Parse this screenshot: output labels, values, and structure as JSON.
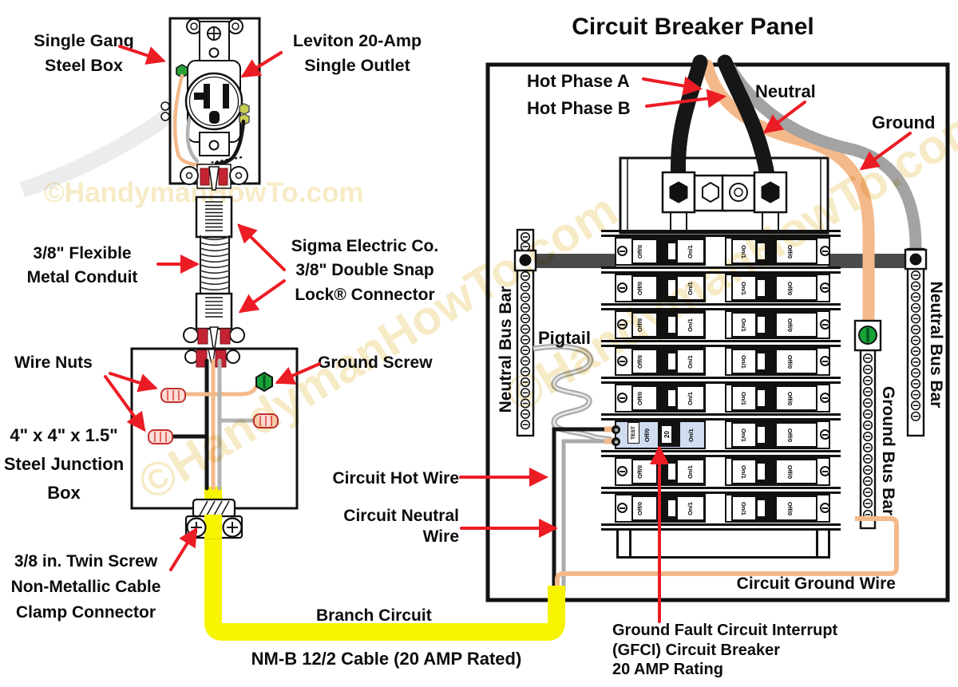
{
  "title": "Circuit Breaker Panel",
  "watermark": {
    "text": "©HandymanHowTo.com"
  },
  "outlet_diagram": {
    "steel_box_label": "Single Gang\nSteel Box",
    "outlet_label": "Leviton 20-Amp\nSingle Outlet",
    "conduit_label": "3/8\" Flexible\nMetal Conduit",
    "connector_label": "Sigma Electric Co.\n3/8\" Double Snap\nLock® Connector",
    "wire_nuts_label": "Wire Nuts",
    "ground_screw_label": "Ground Screw",
    "junction_box_label": "4\" x 4\" x 1.5\"\nSteel Junction\nBox",
    "clamp_label": "3/8 in. Twin Screw\nNon-Metallic Cable\nClamp Connector",
    "branch_circuit_label": "Branch Circuit",
    "cable_label": "NM-B 12/2 Cable (20 AMP Rated)"
  },
  "panel_diagram": {
    "hot_phase_a_label": "Hot Phase A",
    "hot_phase_b_label": "Hot Phase B",
    "neutral_label": "Neutral",
    "ground_label": "Ground",
    "left_neutral_bus_label": "Neutral Bus Bar",
    "right_neutral_bus_label": "Neutral Bus Bar",
    "ground_bus_label": "Ground Bus Bar",
    "pigtail_label": "Pigtail",
    "circuit_hot_label": "Circuit Hot Wire",
    "circuit_neutral_label": "Circuit Neutral\nWire",
    "circuit_ground_label": "Circuit Ground Wire",
    "gfci_label": "Ground Fault Circuit Interrupt\n(GFCI) Circuit Breaker\n20 AMP Rating",
    "breakers": {
      "rows": 8,
      "gfci_row": 6,
      "off_label": "Off/0",
      "on_label": "On/1",
      "gfci_test_label": "TEST",
      "gfci_rating_label": "20"
    }
  },
  "colors": {
    "arrow_red": "#ec1c24",
    "cable_yellow": "#f7f400",
    "copper_wire": "#f4b98a",
    "neutral_gray": "#ababab",
    "hot_black": "#161616",
    "gfci_highlight": "#cfdcf1",
    "ground_green": "#17a237",
    "wire_nut_pink": "#ffdcd6",
    "bus_strap_gray": "#4a4a4a",
    "watermark_yellow": "#eeda96"
  }
}
